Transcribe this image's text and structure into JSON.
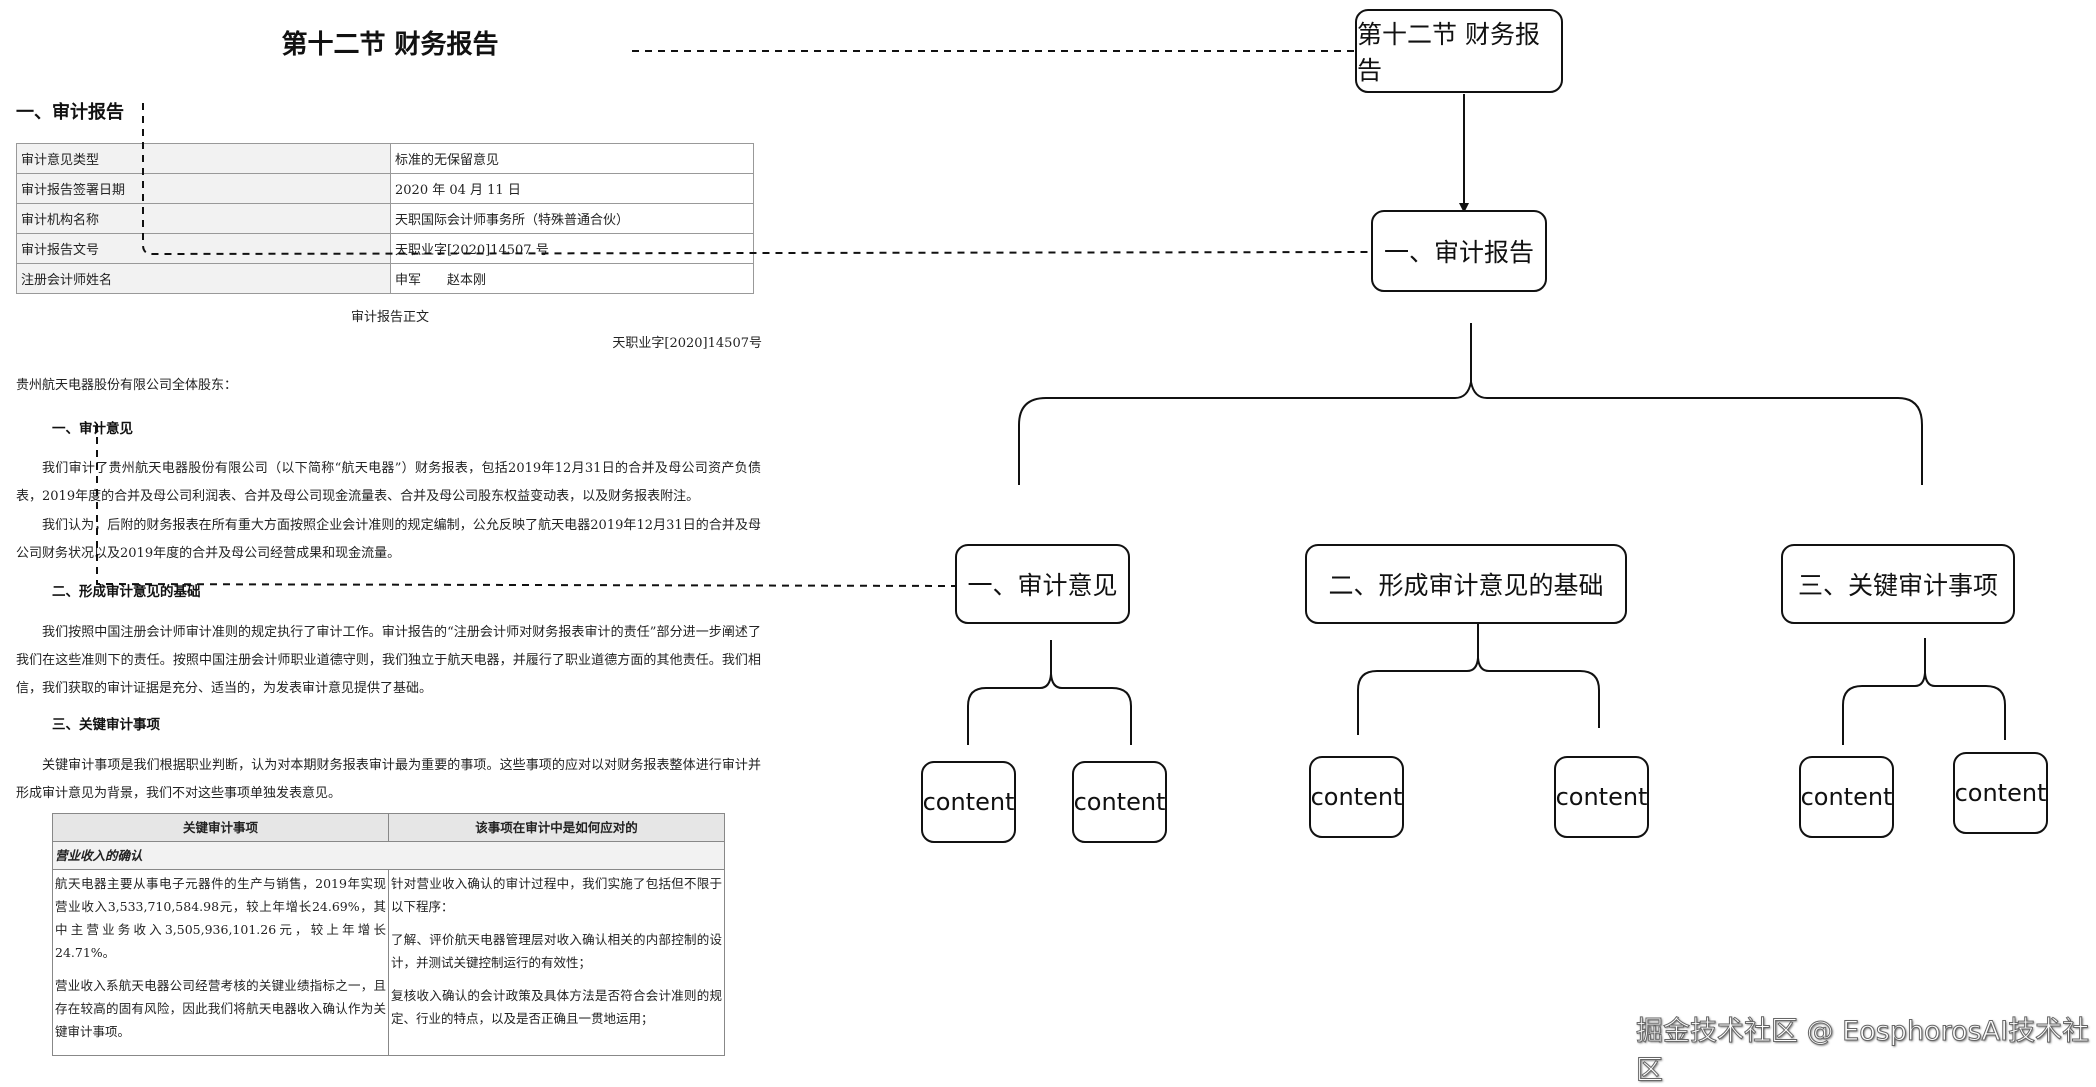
{
  "document": {
    "title": "第十二节 财务报告",
    "section1": "一、审计报告",
    "info_table": [
      [
        "审计意见类型",
        "标准的无保留意见"
      ],
      [
        "审计报告签署日期",
        "2020 年 04 月 11 日"
      ],
      [
        "审计机构名称",
        "天职国际会计师事务所（特殊普通合伙）"
      ],
      [
        "审计报告文号",
        "天职业字[2020]14507 号"
      ],
      [
        "注册会计师姓名",
        "申军　　赵本刚"
      ]
    ],
    "body_title": "审计报告正文",
    "ref_no": "天职业字[2020]14507号",
    "addressee": "贵州航天电器股份有限公司全体股东：",
    "opinion_heading": "一、审计意见",
    "opinion_p1": "我们审计了贵州航天电器股份有限公司（以下简称“航天电器”）财务报表，包括2019年12月31日的合并及母公司资产负债表，2019年度的合并及母公司利润表、合并及母公司现金流量表、合并及母公司股东权益变动表，以及财务报表附注。",
    "opinion_p2": "我们认为，后附的财务报表在所有重大方面按照企业会计准则的规定编制，公允反映了航天电器2019年12月31日的合并及母公司财务状况以及2019年度的合并及母公司经营成果和现金流量。",
    "basis_heading": "二、形成审计意见的基础",
    "basis_p": "我们按照中国注册会计师审计准则的规定执行了审计工作。审计报告的“注册会计师对财务报表审计的责任”部分进一步阐述了我们在这些准则下的责任。按照中国注册会计师职业道德守则，我们独立于航天电器，并履行了职业道德方面的其他责任。我们相信，我们获取的审计证据是充分、适当的，为发表审计意见提供了基础。",
    "kam_heading": "三、关键审计事项",
    "kam_p": "关键审计事项是我们根据职业判断，认为对本期财务报表审计最为重要的事项。这些事项的应对以对财务报表整体进行审计并形成审计意见为背景，我们不对这些事项单独发表意见。",
    "kam_table": {
      "col1": "关键审计事项",
      "col2": "该事项在审计中是如何应对的",
      "section": "营业收入的确认",
      "left_p1": "航天电器主要从事电子元器件的生产与销售，2019年实现营业收入3,533,710,584.98元，较上年增长24.69%，其中主营业务收入3,505,936,101.26元，较上年增长24.71%。",
      "left_p2": "营业收入系航天电器公司经营考核的关键业绩指标之一，且存在较高的固有风险，因此我们将航天电器收入确认作为关键审计事项。",
      "right_p1": "针对营业收入确认的审计过程中，我们实施了包括但不限于以下程序：",
      "right_p2": "了解、评价航天电器管理层对收入确认相关的内部控制的设计，并测试关键控制运行的有效性；",
      "right_p3": "复核收入确认的会计政策及具体方法是否符合会计准则的规定、行业的特点，以及是否正确且一贯地运用；"
    }
  },
  "tree": {
    "root": "第十二节 财务报告",
    "level1": "一、审计报告",
    "level2": [
      "一、审计意见",
      "二、形成审计意见的基础",
      "三、关键审计事项"
    ],
    "leaf_label": "content"
  },
  "watermark": "掘金技术社区 @ EosphorosAI技术社区"
}
